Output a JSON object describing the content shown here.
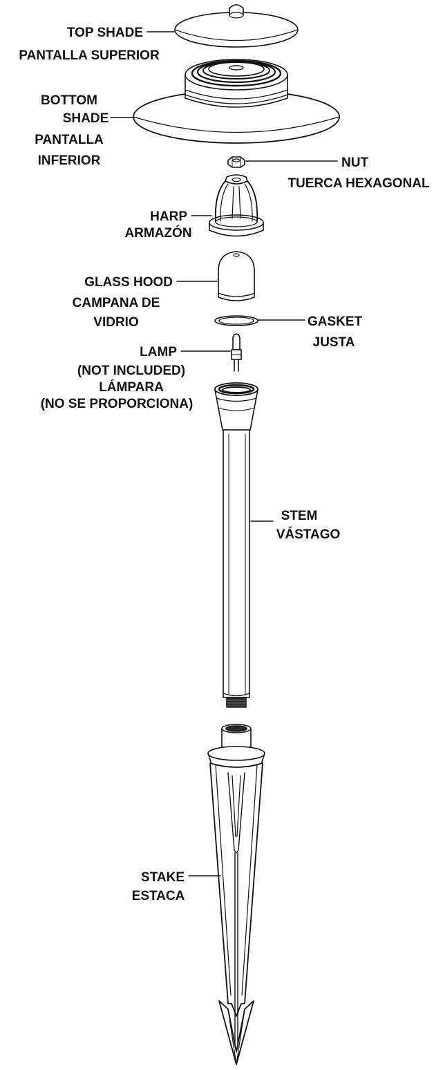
{
  "diagram": {
    "labels": {
      "top_shade": {
        "en": "TOP SHADE",
        "es": "PANTALLA SUPERIOR"
      },
      "bottom_shade": {
        "en_1": "BOTTOM",
        "en_2": "SHADE",
        "es_1": "PANTALLA",
        "es_2": "INFERIOR"
      },
      "nut": {
        "en": "NUT",
        "es": "TUERCA HEXAGONAL"
      },
      "harp": {
        "en": "HARP",
        "es": "ARMAZÓN"
      },
      "glass_hood": {
        "en": "GLASS HOOD",
        "es_1": "CAMPANA DE",
        "es_2": "VIDRIO"
      },
      "gasket": {
        "en": "GASKET",
        "es": "JUSTA"
      },
      "lamp": {
        "en_1": "LAMP",
        "en_2": "(NOT INCLUDED)",
        "es_1": "LÁMPARA",
        "es_2": "(NO SE PROPORCIONA)"
      },
      "stem": {
        "en": "STEM",
        "es": "VÁSTAGO"
      },
      "stake": {
        "en": "STAKE",
        "es": "ESTACA"
      }
    }
  }
}
